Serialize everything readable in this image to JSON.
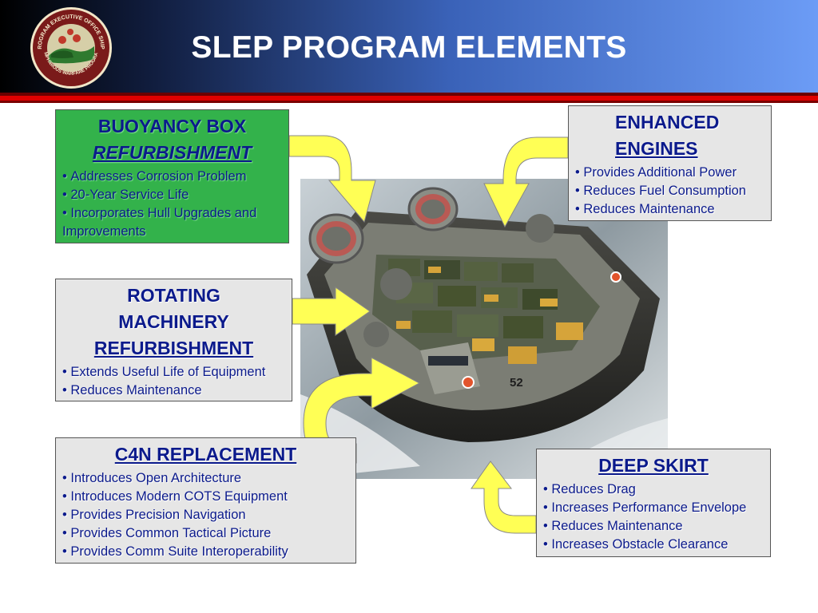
{
  "slide": {
    "title": "SLEP PROGRAM ELEMENTS"
  },
  "colors": {
    "box_text": "#0b1a8c",
    "box_gray": "#e6e6e6",
    "box_green": "#33b24b",
    "arrow_fill": "#ffff55",
    "header_rule": "#e00000"
  },
  "seal": {
    "text_top": "PROGRAM EXECUTIVE OFFICE SHIPS",
    "text_bottom": "AMPHIBIOUS WARFARE PROGRAM"
  },
  "boxes": {
    "buoyancy": {
      "title_line1": "BUOYANCY BOX",
      "title_line2": "REFURBISHMENT",
      "items": [
        "Addresses Corrosion Problem",
        "20-Year Service Life",
        "Incorporates Hull Upgrades and Improvements"
      ]
    },
    "engines": {
      "title_line1": "ENHANCED",
      "title_line2": "ENGINES",
      "items": [
        "Provides Additional Power",
        "Reduces Fuel Consumption",
        "Reduces Maintenance"
      ]
    },
    "rotating": {
      "title_line1": "ROTATING",
      "title_line2": "MACHINERY",
      "title_line3": "REFURBISHMENT",
      "items": [
        "Extends Useful Life of Equipment",
        "Reduces Maintenance"
      ]
    },
    "c4n": {
      "title": "C4N REPLACEMENT",
      "items": [
        "Introduces Open Architecture",
        "Introduces Modern COTS Equipment",
        "Provides Precision Navigation",
        "Provides Common Tactical Picture",
        "Provides Comm Suite Interoperability"
      ]
    },
    "skirt": {
      "title": "DEEP SKIRT",
      "items": [
        "Reduces Drag",
        "Increases Performance Envelope",
        "Reduces Maintenance",
        "Increases Obstacle Clearance"
      ]
    }
  },
  "photo": {
    "hull_number": "52"
  }
}
